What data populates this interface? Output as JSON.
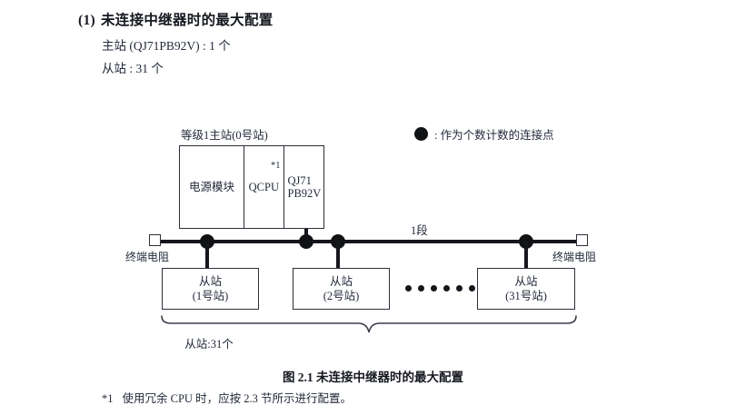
{
  "section": {
    "number": "(1)",
    "title": "未连接中继器时的最大配置",
    "lines": [
      "主站 (QJ71PB92V) : 1 个",
      "从站 : 31 个"
    ]
  },
  "legend": {
    "symbol": "filled-circle",
    "text": ": 作为个数计数的连接点"
  },
  "diagram": {
    "rack_label": "等级1主站(0号站)",
    "rack_cells": [
      {
        "label": "电源模块",
        "footnote_mark": ""
      },
      {
        "label": "QCPU",
        "footnote_mark": "*1"
      },
      {
        "label_line1": "QJ71",
        "label_line2": "PB92V",
        "footnote_mark": ""
      }
    ],
    "segment_label": "1段",
    "terminator_left": "终端电阻",
    "terminator_right": "终端电阻",
    "slaves": [
      {
        "name": "从站",
        "station": "(1号站)"
      },
      {
        "name": "从站",
        "station": "(2号站)"
      },
      {
        "name": "从站",
        "station": "(31号站)"
      }
    ],
    "ellipsis_count": 6,
    "brace_label": "从站:31个",
    "node_count": 5
  },
  "caption": "图 2.1  未连接中继器时的最大配置",
  "footnote": {
    "mark": "*1",
    "text": "使用冗余 CPU 时，应按 2.3 节所示进行配置。"
  },
  "colors": {
    "ink": "#232a3a",
    "line": "#2b2f38",
    "node": "#111214",
    "paper": "#ffffff"
  }
}
